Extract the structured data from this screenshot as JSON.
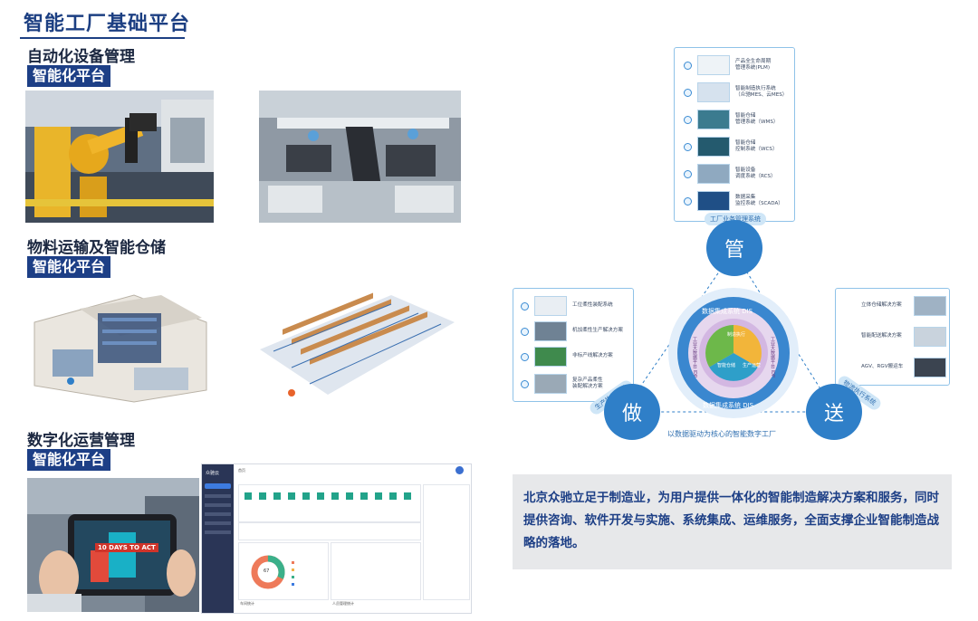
{
  "main_title": "智能工厂基础平台",
  "sections": [
    {
      "title": "自动化设备管理",
      "badge": "智能化平台"
    },
    {
      "title": "物料运输及智能仓储",
      "badge": "智能化平台"
    },
    {
      "title": "数字化运营管理",
      "badge": "智能化平台"
    }
  ],
  "right_top_list": [
    {
      "text": "产品全生命周期\n管理系统(PLM)"
    },
    {
      "text": "智能制造执行系统\n（众驰MES、云MES）"
    },
    {
      "text": "智能仓储\n管理系统（WMS）"
    },
    {
      "text": "智能仓储\n控制系统（WCS）"
    },
    {
      "text": "智能设备\n调度系统（RCS）"
    },
    {
      "text": "数据采集\n监控系统（SCADA）"
    }
  ],
  "right_left_list": [
    {
      "text": "工位柔性装配系统"
    },
    {
      "text": "机加柔性生产解决方案"
    },
    {
      "text": "非标产线解决方案"
    },
    {
      "text": "复杂产品柔性\n装配解决方案"
    }
  ],
  "right_right_list": [
    {
      "text": "立体仓储解决方案"
    },
    {
      "text": "智能配送解决方案"
    },
    {
      "text": "AGV、RGV搬运车"
    }
  ],
  "circles": {
    "top": "管",
    "left": "做",
    "right": "送"
  },
  "arc_labels": {
    "top": "工厂业务管理系统",
    "left": "生产执行系统",
    "right": "物流执行系统"
  },
  "ring_labels": {
    "outer_top": "数据集成系统 DIS",
    "outer_bottom": "数据集成系统 DIS",
    "inner_left": "工业大数据平台 IDP",
    "inner_right": "工业大数据平台 IDP",
    "core_1": "制造执行",
    "core_2": "智能仓储",
    "core_3": "生产运营"
  },
  "bottom_caption": "以数据驱动为核心的智能数字工厂",
  "description": "北京众驰立足于制造业，为用户提供一体化的智能制造解决方案和服务，同时提供咨询、软件开发与实施、系统集成、运维服务，全面支撑企业智能制造战略的落地。",
  "tablet_overlay": "10 DAYS TO ACT",
  "dashboard": {
    "logo": "众驰云",
    "tab": "首页",
    "donut_value": "67",
    "panel_1": "车间统计",
    "panel_2": "人员管理统计"
  },
  "colors": {
    "navy": "#1d3f86",
    "circle_blue": "#2f7fc8",
    "light_blue": "#cfe6f7",
    "desc_bg": "#e7e8ea"
  }
}
